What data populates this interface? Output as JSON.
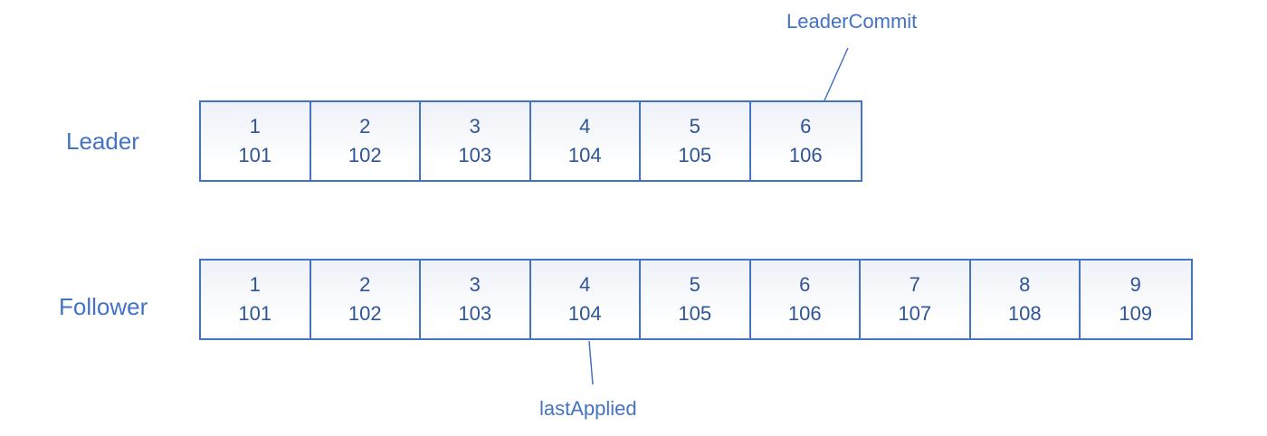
{
  "rows": {
    "leader": {
      "label": "Leader",
      "entries": [
        {
          "index": "1",
          "term": "101"
        },
        {
          "index": "2",
          "term": "102"
        },
        {
          "index": "3",
          "term": "103"
        },
        {
          "index": "4",
          "term": "104"
        },
        {
          "index": "5",
          "term": "105"
        },
        {
          "index": "6",
          "term": "106"
        }
      ]
    },
    "follower": {
      "label": "Follower",
      "entries": [
        {
          "index": "1",
          "term": "101"
        },
        {
          "index": "2",
          "term": "102"
        },
        {
          "index": "3",
          "term": "103"
        },
        {
          "index": "4",
          "term": "104"
        },
        {
          "index": "5",
          "term": "105"
        },
        {
          "index": "6",
          "term": "106"
        },
        {
          "index": "7",
          "term": "107"
        },
        {
          "index": "8",
          "term": "108"
        },
        {
          "index": "9",
          "term": "109"
        }
      ]
    }
  },
  "annotations": {
    "leader_commit": "LeaderCommit",
    "last_applied": "lastApplied"
  },
  "colors": {
    "accent": "#4472c4",
    "text": "#2f5597",
    "cell_fill_top": "#eef1f8"
  }
}
